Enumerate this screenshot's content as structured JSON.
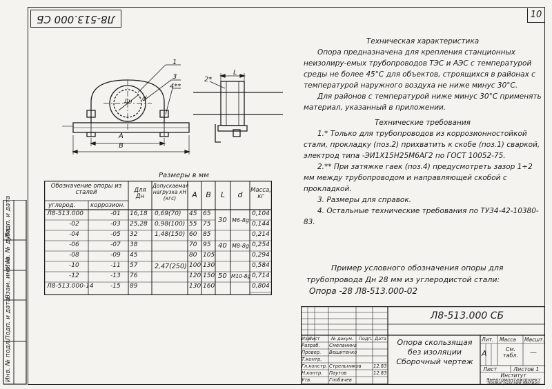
{
  "sheet": {
    "number": "10",
    "top_stamp": "Л8-513.000 СБ"
  },
  "sidebar": {
    "labels": [
      "Подп. и дата",
      "Инв. № дубл.",
      "Взам. инв. №",
      "Подп. и дата",
      "Инв. № подл."
    ]
  },
  "drawing": {
    "callouts": [
      "1",
      "3",
      "4**",
      "2*",
      "L",
      "Дн",
      "d",
      "A",
      "B"
    ]
  },
  "specs": {
    "heading": "Техническая характеристика",
    "para1": "Опора предназначена для крепления станционных неизолиру-емых трубопроводов ТЭС и АЭС с температурой среды не более 45°С для объектов, строящихся в районах с температурой наружного воздуха не ниже минус 30°С.",
    "para2": "Для районов с температурой ниже минус 30°С применять материал, указанный в приложении.",
    "req_heading": "Технические требования",
    "req1": "1.* Только для трубопроводов из коррозионностойкой стали, прокладку (поз.2) прихватить к скобе (поз.1) сваркой, электрод типа -ЭИ1Х15Н25М6АГ2 по ГОСТ 10052-75.",
    "req2": "2.** При затяжке гаек (поз.4) предусмотреть зазор 1÷2 мм между трубопроводом и направляющей скобой с прокладкой.",
    "req3": "3. Размеры для справок.",
    "req4": "4. Остальные технические требования по ТУ34-42-10380-83."
  },
  "dims_table": {
    "title": "Размеры в мм",
    "headers": {
      "designation": "Обозначение опоры из сталей",
      "carbon": "углерод.",
      "corrosion": "коррозион.",
      "dn": "Для Дн",
      "load": "Допускаемая нагрузка кН (кгс)",
      "a": "A",
      "b": "B",
      "l": "L",
      "d": "d",
      "mass": "Масса, кг"
    },
    "rows": [
      {
        "carbon": "Л8-513.000",
        "corrosion": "-01",
        "dn": "16,18",
        "load": "0,69(70)",
        "a": "45",
        "b": "65",
        "mass": "0,104"
      },
      {
        "carbon": "-02",
        "corrosion": "-03",
        "dn": "25,28",
        "load": "0,98(100)",
        "a": "55",
        "b": "75",
        "mass": "0,144"
      },
      {
        "carbon": "-04",
        "corrosion": "-05",
        "dn": "32",
        "load": "1,48(150)",
        "a": "60",
        "b": "85",
        "mass": "0,214"
      },
      {
        "carbon": "-06",
        "corrosion": "-07",
        "dn": "38",
        "load": "",
        "a": "70",
        "b": "95",
        "mass": "0,254"
      },
      {
        "carbon": "-08",
        "corrosion": "-09",
        "dn": "45",
        "load": "",
        "a": "80",
        "b": "105",
        "mass": "0,294"
      },
      {
        "carbon": "-10",
        "corrosion": "-11",
        "dn": "57",
        "load": "",
        "a": "100",
        "b": "130",
        "mass": "0,584"
      },
      {
        "carbon": "-12",
        "corrosion": "-13",
        "dn": "76",
        "load": "",
        "a": "120",
        "b": "150",
        "mass": "0,714"
      },
      {
        "carbon": "Л8-513.000-14",
        "corrosion": "-15",
        "dn": "89",
        "load": "",
        "a": "130",
        "b": "160",
        "mass": "0,804"
      }
    ],
    "merged": {
      "load_shared": "2,47(250)",
      "l_groups": [
        "30",
        "40",
        "50"
      ],
      "d_groups": [
        "М6-8g",
        "М8-8g",
        "М10-8g"
      ]
    }
  },
  "designation_example": {
    "line1": "Пример условного обозначения опоры для",
    "line2": "трубопровода Дн 28 мм из углеродистой стали:",
    "line3": "Опора -28 Л8-513.000-02"
  },
  "title_block": {
    "doc_code": "Л8-513.000 СБ",
    "name_line1": "Опора скользящая",
    "name_line2": "без изоляции",
    "name_line3": "Сборочный чертеж",
    "col_headers": [
      "Изм",
      "Лист",
      "№ докум.",
      "Подп.",
      "Дата"
    ],
    "roles": [
      {
        "role": "Разраб.",
        "name": "Смеланина",
        "date": ""
      },
      {
        "role": "Провер.",
        "name": "Вешитенко",
        "date": ""
      },
      {
        "role": "Т.контр.",
        "name": "",
        "date": ""
      },
      {
        "role": "Гл.констр.",
        "name": "Стрельников",
        "date": "12.83"
      },
      {
        "role": "Н.контр.",
        "name": "Паутов",
        "date": "12.83"
      },
      {
        "role": "Утв.",
        "name": "Глобачев",
        "date": ""
      }
    ],
    "lit_label": "Лит.",
    "mass_label": "Масса",
    "scale_label": "Масшт.",
    "lit_value": "А",
    "mass_value": "См. табл.",
    "scale_value": "—",
    "sheet_label": "Лист",
    "sheets_label": "Листов 1",
    "org_line1": "Институт",
    "org_line2": "Энергомонтажпроект",
    "org_line3": "Ленинградский филиал"
  }
}
